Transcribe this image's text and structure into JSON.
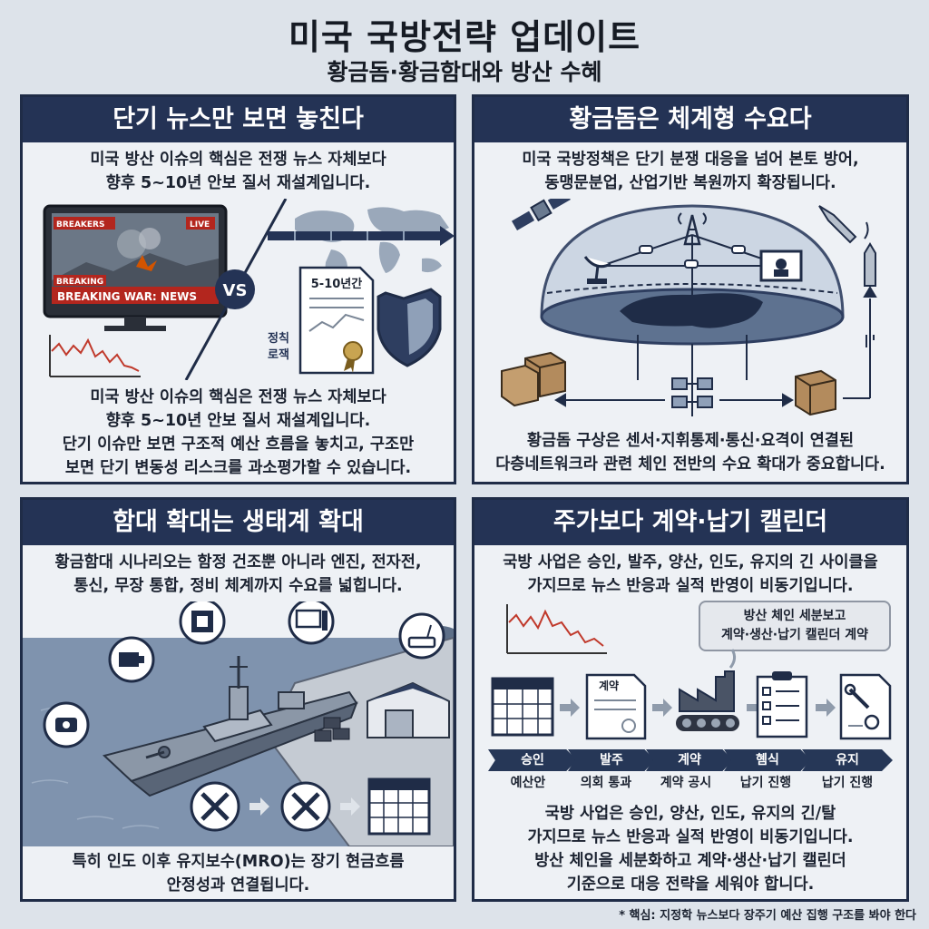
{
  "header": {
    "title": "미국 국방전략 업데이트",
    "subtitle": "황금돔·황금함대와 방산 수혜"
  },
  "panel1": {
    "heading": "단기 뉴스만 보면 놓친다",
    "intro_line1": "미국 방산 이슈의 핵심은 전쟁 뉴스 자체보다",
    "intro_line2": "향후 5~10년 안보 질서 재설계입니다.",
    "tv_top_left": "BREAKERS",
    "tv_live": "LIVE",
    "tv_breaking": "BREAKING",
    "tv_banner": "BREAKING WAR: NEWS",
    "vs_label": "VS",
    "doc_label": "5-10년간",
    "policy_label_line1": "정칙",
    "policy_label_line2": "로잭",
    "body_line1": "미국 방산 이슈의 핵심은 전쟁 뉴스 자체보다",
    "body_line2": "향후 5~10년 안보 질서 재설계입니다.",
    "body_line3": "단기 이슈만 보면 구조적 예산 흐름을 놓치고, 구조만",
    "body_line4": "보면 단기 변동성 리스크를 과소평가할 수 있습니다."
  },
  "panel2": {
    "heading": "황금돔은 체계형 수요다",
    "intro_line1": "미국 국방정책은 단기 분쟁 대응을 넘어 본토 방어,",
    "intro_line2": "동맹문분업, 산업기반 복원까지 확장됩니다.",
    "body_line1": "황금돔 구상은 센서·지휘통제·통신·요격이 연결된",
    "body_line2": "다층네트워크라 관련 체인 전반의 수요 확대가 중요합니다."
  },
  "panel3": {
    "heading": "함대 확대는 생태계 확대",
    "intro_line1": "황금함대 시나리오는 함정 건조뿐 아니라 엔진, 전자전,",
    "intro_line2": "통신, 무장 통합, 정비 체계까지 수요를 넓힙니다.",
    "body_line1": "특히 인도 이후 유지보수(MRO)는 장기 현금흐름",
    "body_line2": "안정성과 연결됩니다."
  },
  "panel4": {
    "heading": "주가보다 계약·납기 캘린더",
    "intro_line1": "국방 사업은 승인, 발주, 양산, 인도, 유지의 긴 사이클을",
    "intro_line2": "가지므로 뉴스 반응과 실적 반영이 비동기입니다.",
    "bubble_line1": "방산 체인 세분보고",
    "bubble_line2": "계약·생산·납기 캘린더 계약",
    "contract_doc_label": "계약",
    "stages": [
      {
        "label": "승인",
        "sub": "예산안"
      },
      {
        "label": "발주",
        "sub": "의회 통과"
      },
      {
        "label": "계약",
        "sub": "계약 공시"
      },
      {
        "label": "혬식",
        "sub": "납기 진행"
      },
      {
        "label": "유지",
        "sub": "납기 진행"
      }
    ],
    "body_line1": "국방 사업은 승인, 양산, 인도, 유지의 긴/탈",
    "body_line2": "가지므로 뉴스 반응과 실적 반영이 비동기입니다.",
    "body_line3": "방산 체인을 세분화하고 계약·생산·납기 캘린더",
    "body_line4": "기준으로 대응 전략을 세워야 합니다."
  },
  "footnote": "* 핵심: 지정학 뉴스보다 장주기 예산 집행 구조를 봐야 한다",
  "colors": {
    "panel_header": "#243355",
    "page_bg": "#dde3ea",
    "chart_red": "#c0392b",
    "navy": "#1f2c47"
  },
  "icons": [
    "tv-icon",
    "world-map-icon",
    "document-icon",
    "shield-icon",
    "satellite-icon",
    "radar-dome-icon",
    "missile-icon",
    "radar-dish-icon",
    "antenna-tower-icon",
    "monitor-icon",
    "box-icon",
    "network-icon",
    "warship-icon",
    "chip-icon",
    "engine-icon",
    "computer-icon",
    "router-icon",
    "motor-icon",
    "wrench-icon",
    "warehouse-icon",
    "calendar-icon",
    "factory-icon",
    "checklist-icon",
    "maintenance-doc-icon",
    "line-chart-icon"
  ]
}
